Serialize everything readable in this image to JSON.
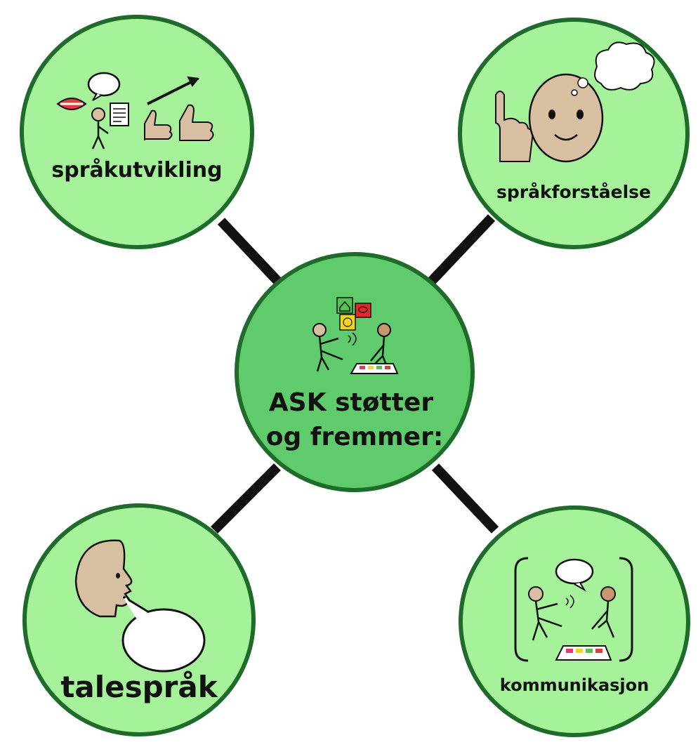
{
  "center": {
    "line1": "ASK støtter",
    "line2": "og fremmer:",
    "icon": "two-people-communication-board-icon"
  },
  "nodes": {
    "top_left": {
      "label": "språkutvikling",
      "icon": "mouth-speech-document-thumbs-up-icon"
    },
    "top_right": {
      "label": "språkforståelse",
      "icon": "finger-face-thought-bubble-icon"
    },
    "bottom_left": {
      "label": "talespråk",
      "icon": "head-speech-bubble-icon"
    },
    "bottom_right": {
      "label": "kommunikasjon",
      "icon": "two-people-talking-icon"
    }
  },
  "colors": {
    "node_fill": "#a6f29a",
    "center_fill": "#5fcb6c",
    "border": "#1e6b2a",
    "connector": "#111111",
    "skin": "#d9bfa2",
    "skin_dark": "#c99670"
  }
}
